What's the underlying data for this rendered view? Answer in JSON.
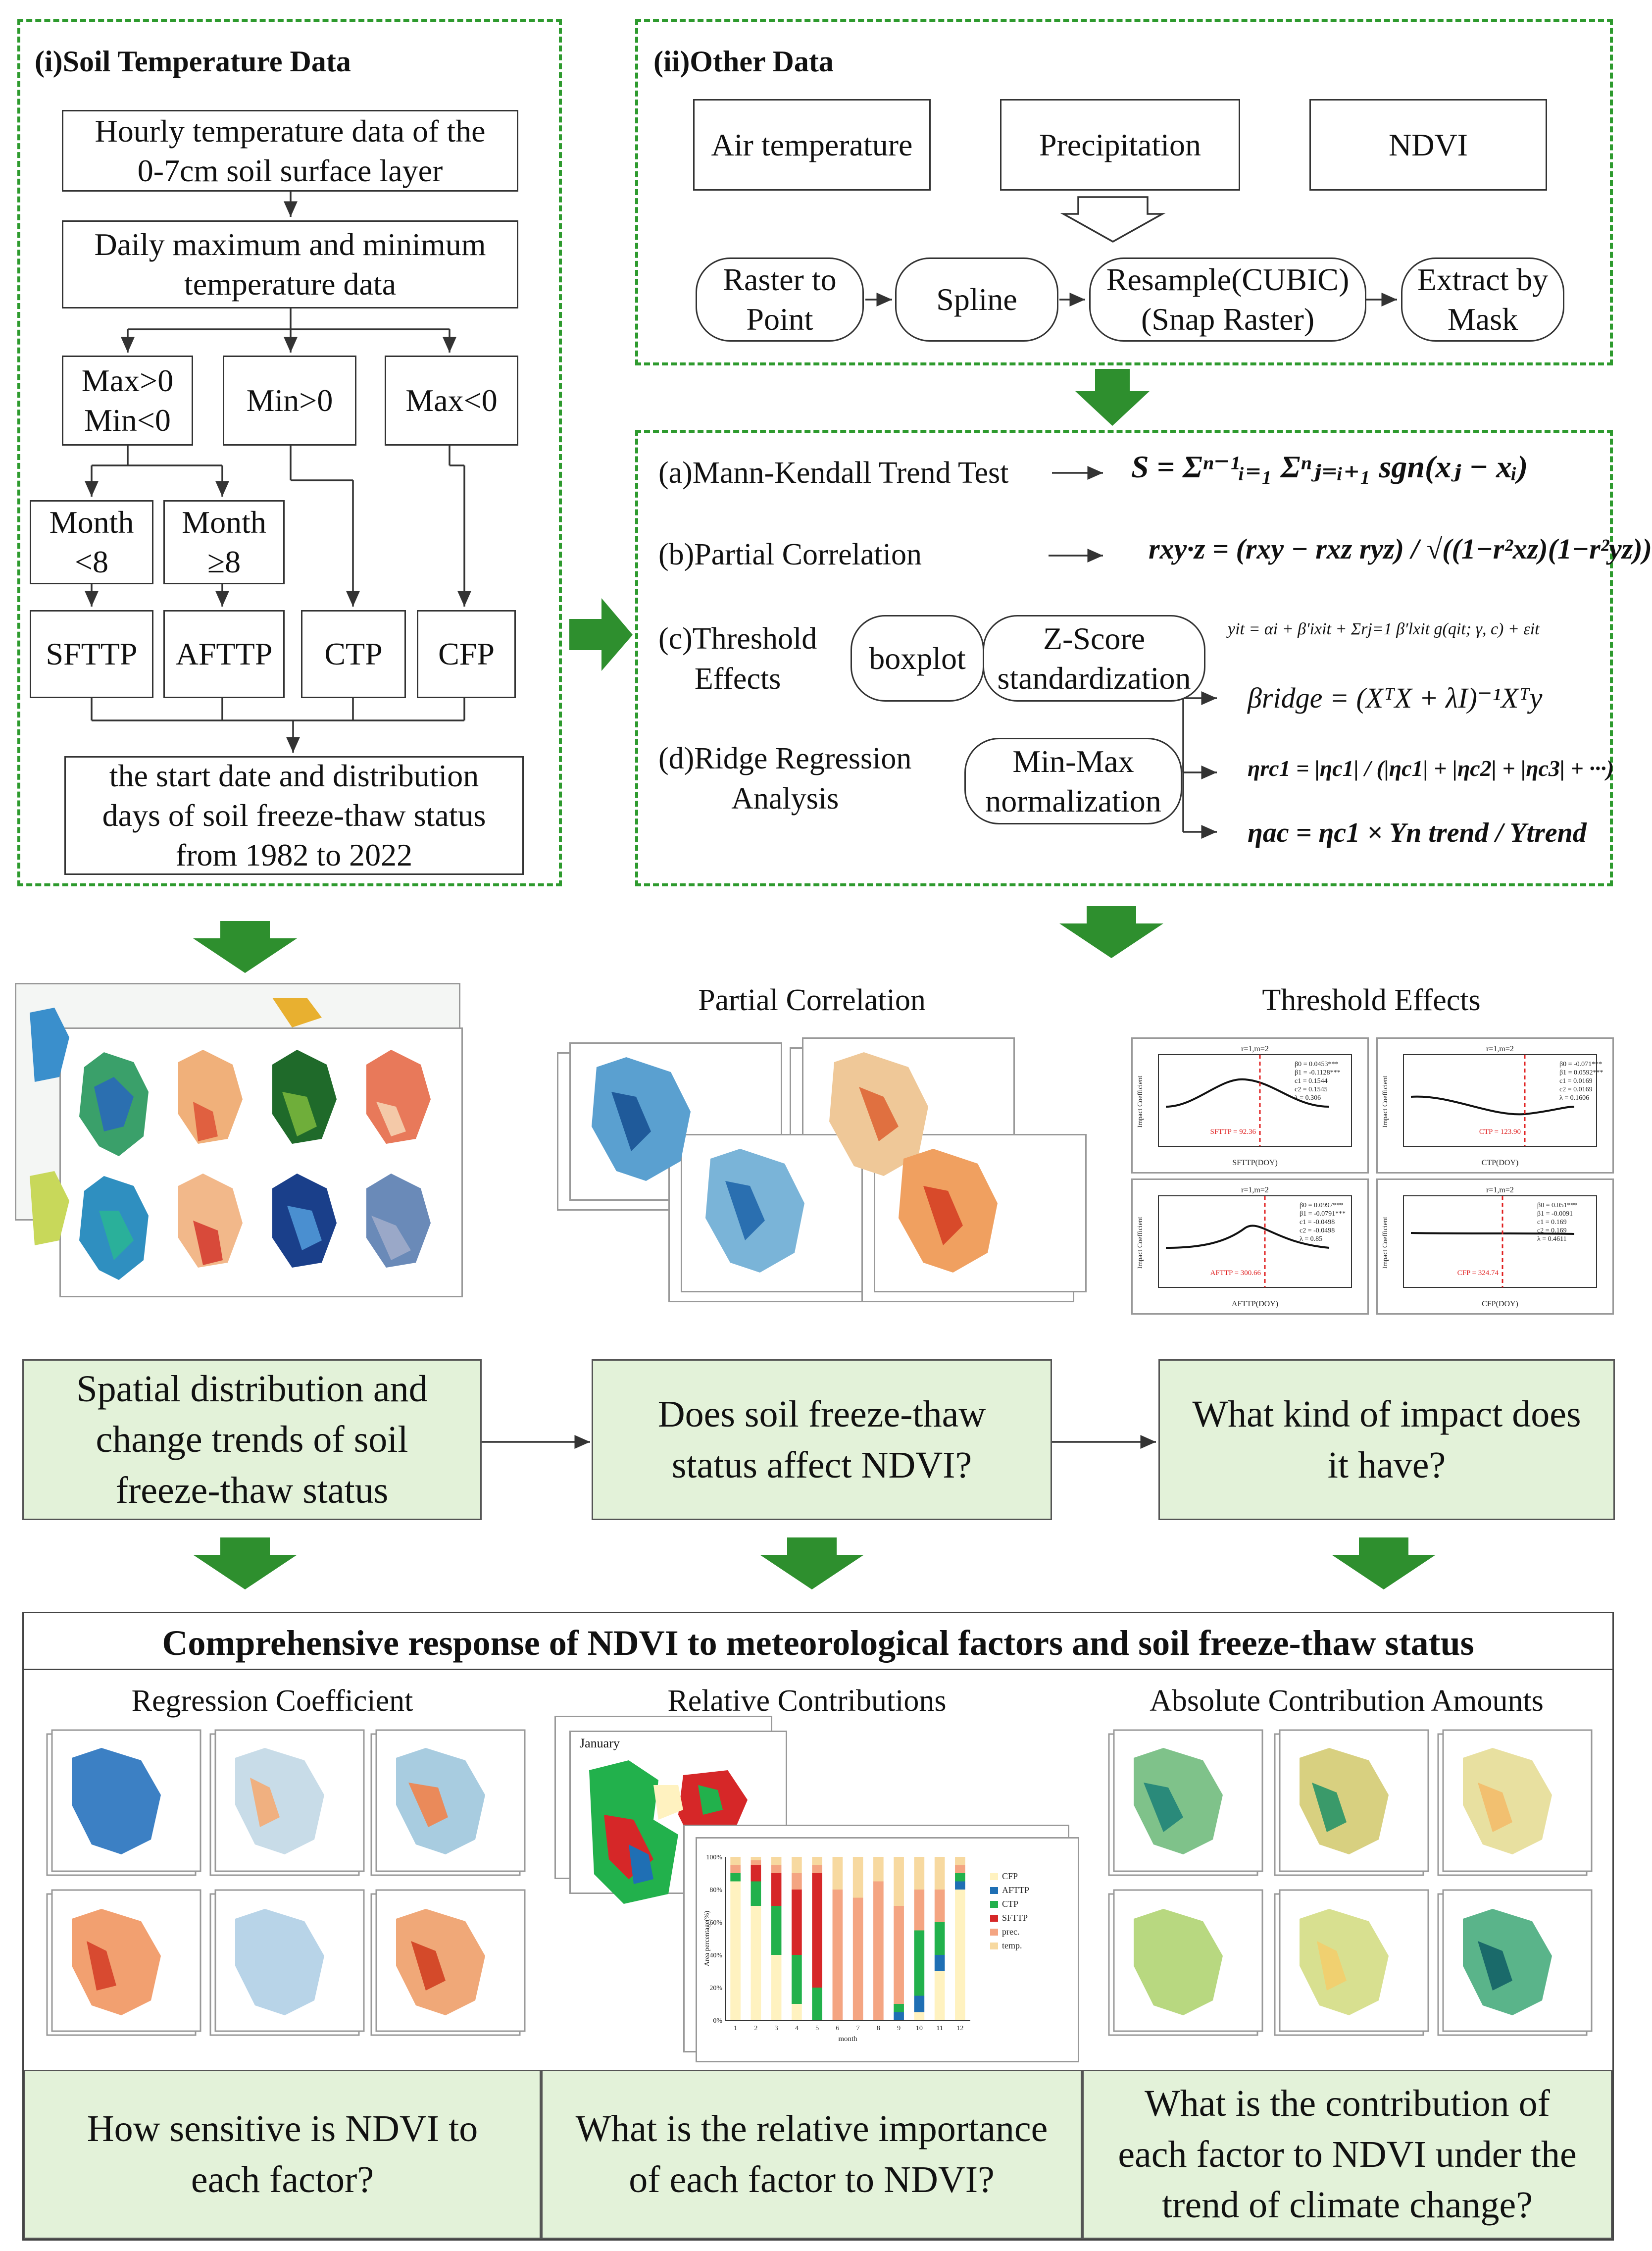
{
  "panel_soil": {
    "heading": "(i)Soil Temperature Data",
    "hourly": "Hourly temperature data of the\n0-7cm soil surface layer",
    "daily": "Daily maximum and minimum\ntemperature data",
    "cond1": "Max>0\nMin<0",
    "cond2": "Min>0",
    "cond3": "Max<0",
    "month_lt": "Month\n<8",
    "month_ge": "Month\n≥8",
    "sfttp": "SFTTP",
    "afttp": "AFTTP",
    "ctp": "CTP",
    "cfp": "CFP",
    "result": "the start date and distribution\ndays of soil freeze-thaw status\nfrom 1982 to 2022"
  },
  "panel_other": {
    "heading": "(ii)Other Data",
    "air": "Air temperature",
    "precip": "Precipitation",
    "ndvi": "NDVI",
    "raster": "Raster to\nPoint",
    "spline": "Spline",
    "resample": "Resample(CUBIC)\n(Snap Raster)",
    "extract": "Extract by\nMask"
  },
  "methods": {
    "mk_label": "(a)Mann-Kendall Trend Test",
    "mk_formula": "S = Σⁿ⁻¹ᵢ₌₁ Σⁿⱼ₌ᵢ₊₁ sgn(xⱼ − xᵢ)",
    "pc_label": "(b)Partial Correlation",
    "pc_formula": "rxy·z = (rxy − rxz ryz) / √((1−r²xz)(1−r²yz))",
    "te_label": "(c)Threshold\nEffects",
    "boxplot": "boxplot",
    "zscore": "Z-Score\nstandardization",
    "te_formula": "yit = αi + β′ixit + Σrj=1 β′lxit g(qit; γ, c) + εit",
    "ridge_formula": "βridge = (XᵀX + λI)⁻¹Xᵀy",
    "rr_label": "(d)Ridge Regression\nAnalysis",
    "minmax": "Min-Max\nnormalization",
    "eta_rc_formula": "ηrc1 = |ηc1| / (|ηc1| + |ηc2| + |ηc3| + ···)",
    "eta_ac_formula": "ηac = ηc1 × Yn trend / Ytrend"
  },
  "mid": {
    "pc_title": "Partial Correlation",
    "te_title": "Threshold Effects",
    "te_plots": [
      {
        "title": "r=1,m=2",
        "xlabel": "SFTTP(DOY)",
        "marker": "SFTTP = 92.36",
        "stats": "β0 = 0.0453***\nβ1 = -0.1128***\nc1 = 0.1544\nc2 = 0.1545\nλ = 0.306"
      },
      {
        "title": "r=1,m=2",
        "xlabel": "CTP(DOY)",
        "marker": "CTP = 123.90",
        "stats": "β0 = -0.071***\nβ1 = 0.0592***\nc1 = 0.0169\nc2 = 0.0169\nλ = 0.1606"
      },
      {
        "title": "r=1,m=2",
        "xlabel": "AFTTP(DOY)",
        "marker": "AFTTP = 300.66",
        "stats": "β0 = 0.0997***\nβ1 = -0.0791***\nc1 = -0.0498\nc2 = -0.0498\nλ = 0.85"
      },
      {
        "title": "r=1,m=2",
        "xlabel": "CFP(DOY)",
        "marker": "CFP = 324.74",
        "stats": "β0 = 0.051***\nβ1 = -0.0091\nc1 = 0.169\nc2 = 0.169\nλ = 0.4611"
      }
    ],
    "ylabel": "Impact Coefficient"
  },
  "questions1": {
    "q1": "Spatial distribution and\nchange trends of soil\nfreeze-thaw status",
    "q2": "Does soil freeze-thaw\nstatus affect NDVI?",
    "q3": "What kind of impact does\nit have?"
  },
  "bottom": {
    "title": "Comprehensive response of NDVI to meteorological factors and soil freeze-thaw status",
    "rc_title": "Regression Coefficient",
    "rel_title": "Relative Contributions",
    "abs_title": "Absolute Contribution Amounts",
    "map_month": "January",
    "legend": [
      "CFP",
      "AFTTP",
      "CTP",
      "SFTTP",
      "prec.",
      "temp."
    ],
    "xlabel": "month",
    "ylabel": "Area percentage(%)",
    "q4": "How sensitive is NDVI to\neach factor?",
    "q5": "What is the relative importance\nof each factor to NDVI?",
    "q6": "What is the contribution of\neach factor to NDVI under the\ntrend of climate change?"
  },
  "chart_data": {
    "type": "bar",
    "categories": [
      "1",
      "2",
      "3",
      "4",
      "5",
      "6",
      "7",
      "8",
      "9",
      "10",
      "11",
      "12"
    ],
    "series": [
      {
        "name": "CFP",
        "values": [
          85,
          70,
          40,
          10,
          0,
          0,
          0,
          0,
          0,
          5,
          30,
          80
        ]
      },
      {
        "name": "AFTTP",
        "values": [
          0,
          0,
          0,
          0,
          0,
          0,
          0,
          0,
          5,
          10,
          10,
          5
        ]
      },
      {
        "name": "CTP",
        "values": [
          5,
          15,
          30,
          30,
          20,
          0,
          0,
          0,
          5,
          40,
          20,
          5
        ]
      },
      {
        "name": "SFTTP",
        "values": [
          0,
          10,
          20,
          40,
          70,
          0,
          0,
          0,
          0,
          0,
          0,
          0
        ]
      },
      {
        "name": "prec.",
        "values": [
          5,
          3,
          5,
          10,
          5,
          80,
          75,
          85,
          60,
          25,
          20,
          5
        ]
      },
      {
        "name": "temp.",
        "values": [
          5,
          2,
          5,
          10,
          5,
          20,
          25,
          15,
          30,
          20,
          20,
          5
        ]
      }
    ],
    "colors": [
      "#fff2c0",
      "#1f6fb4",
      "#22b14c",
      "#d62728",
      "#f4a582",
      "#f7d9a0"
    ],
    "ylim": [
      0,
      100
    ],
    "yticks": [
      "0%",
      "20%",
      "40%",
      "60%",
      "80%",
      "100%"
    ]
  }
}
